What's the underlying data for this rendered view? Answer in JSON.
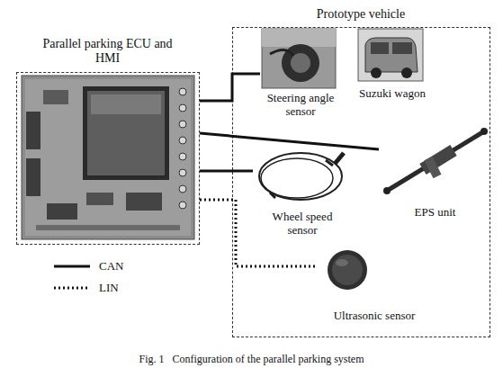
{
  "diagram": {
    "caption": "Fig. 1   Configuration of the parallel parking system",
    "nodes": [
      {
        "text": [
          "Parallel parking ECU and HMI"
        ]
      },
      {
        "text": [
          "Prototype vehicle"
        ]
      },
      {
        "text": [
          "Steering angle sensor"
        ],
        "in": 1
      },
      {
        "text": [
          "Suzuki wagon"
        ],
        "in": 1
      },
      {
        "text": [
          "Wheel speed sensor"
        ],
        "in": 1
      },
      {
        "text": [
          "EPS unit"
        ],
        "in": 1
      },
      {
        "text": [
          "Ultrasonic sensor"
        ],
        "in": 1
      }
    ],
    "edges": [
      {
        "from": 0,
        "to": 2,
        "arrow": "none"
      },
      {
        "from": 0,
        "to": 5,
        "arrow": "none"
      },
      {
        "from": 0,
        "to": 4,
        "arrow": "none"
      },
      {
        "from": 0,
        "to": 6,
        "arrow": "none"
      }
    ],
    "legend": [
      {
        "text": "CAN"
      },
      {
        "text": "LIN"
      }
    ]
  }
}
